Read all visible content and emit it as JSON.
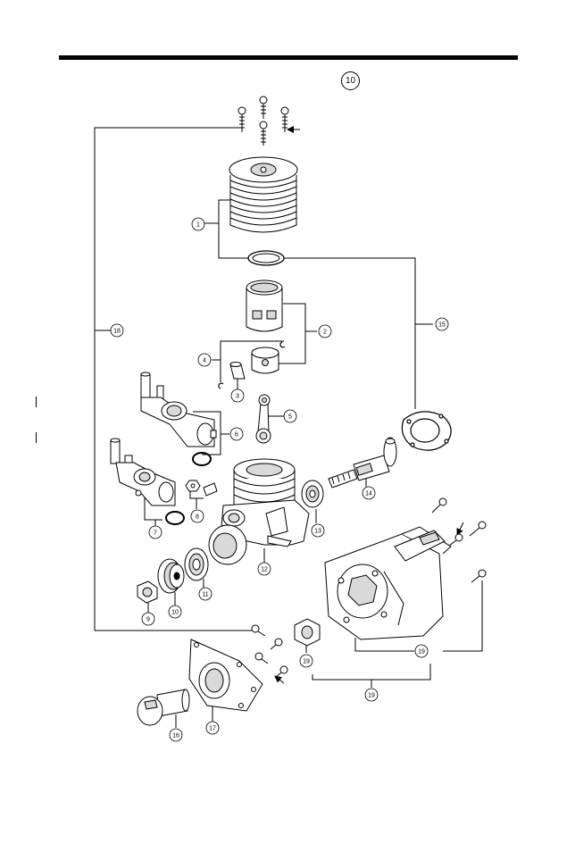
{
  "page_number": "10",
  "part_labels": [
    "1",
    "2",
    "3",
    "4",
    "5",
    "6",
    "7",
    "8",
    "9",
    "10",
    "11",
    "12",
    "13",
    "14",
    "15",
    "16",
    "17",
    "18",
    "19",
    "19",
    "19"
  ],
  "colors": {
    "ink": "#000000",
    "paper": "#ffffff",
    "shade": "#d9d9d9"
  }
}
